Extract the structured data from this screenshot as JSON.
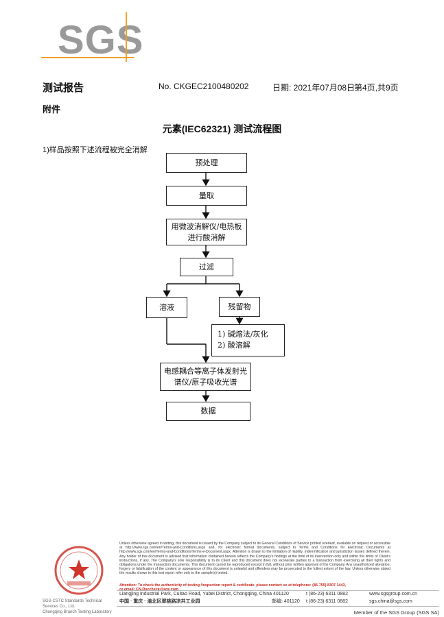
{
  "logo": {
    "text": "SGS"
  },
  "header": {
    "title": "测试报告",
    "report_no": "No. CKGEC2100480202",
    "date": "日期: 2021年07月08日",
    "page": "第4页,共9页",
    "annex": "附件"
  },
  "section": {
    "title": "元素(IEC62321) 测试流程图",
    "step": "1)样品按照下述流程被完全消解"
  },
  "flow": {
    "pretreat": "预处理",
    "weigh": "量取",
    "digest_line1": "用微波消解仪/电热板",
    "digest_line2": "进行酸消解",
    "filter": "过滤",
    "solution": "溶液",
    "residue": "残留物",
    "residue_step1": "1) 碱熔法/灰化",
    "residue_step2": "2) 酸溶解",
    "icp_line1": "电感耦合等离子体发射光",
    "icp_line2": "谱仪/原子吸收光谱",
    "data": "数据"
  },
  "footer": {
    "seal_caption_1": "SGS-CSTC Standards Technical Services Co., Ltd.",
    "seal_caption_2": "Chongqing Branch Testing Laboratory",
    "disclaimer": "Unless otherwise agreed in writing, this document is issued by the Company subject to its General Conditions of Service printed overleaf, available on request or accessible at http://www.sgs.com/en/Terms-and-Conditions.aspx and, for electronic format documents, subject to Terms and Conditions for Electronic Documents at http://www.sgs.com/en/Terms-and-Conditions/Terms-e-Document.aspx. Attention is drawn to the limitation of liability, indemnification and jurisdiction issues defined therein. Any holder of this document is advised that information contained hereon reflects the Company's findings at the time of its intervention only and within the limits of Client's instructions, if any. The Company's sole responsibility is to its Client and this document does not exonerate parties to a transaction from exercising all their rights and obligations under the transaction documents. This document cannot be reproduced except in full, without prior written approval of the Company. Any unauthorized alteration, forgery or falsification of the content or appearance of this document is unlawful and offenders may be prosecuted to the fullest extent of the law. Unless otherwise stated the results shown in this test report refer only to the sample(s) tested.",
    "attention_1": "Attention: To check the authenticity of testing /inspection report & certificate, please contact us at telephone: (86-755) 8307 1443,",
    "attention_2": "or email: CN.Doccheck@sgs.com",
    "address_en": "Liangjing Industrial Park, Cuitao Road, Yubei District, Chongqing, China  401120",
    "address_cn": "中国 · 重庆 · 渝北区翠桃路凉井工业园",
    "postcode_cn": "邮编: 401120",
    "tel_1": "t (86-23) 6311 0882",
    "tel_2": "t (86-23) 6311 0882",
    "web_1": "www.sgsgroup.com.cn",
    "web_2": "sgs.china@sgs.com",
    "member": "Member of the SGS Group (SGS SA)"
  },
  "colors": {
    "logo_gray": "#9a9a9a",
    "logo_accent": "#f0a028",
    "seal_red": "#d0352a"
  }
}
